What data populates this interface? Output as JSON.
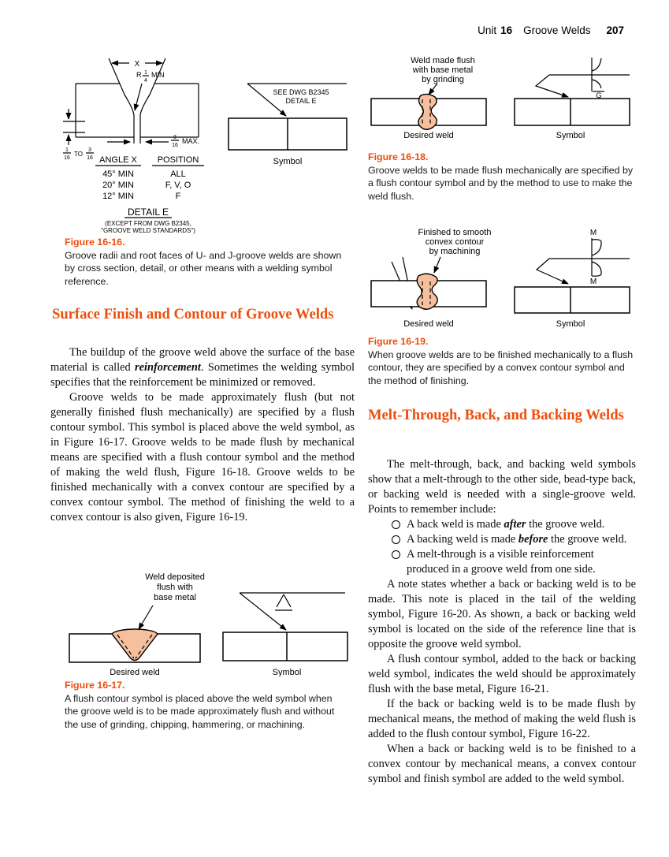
{
  "header": {
    "unit_word": "Unit",
    "unit_number": "16",
    "section_title": "Groove Welds",
    "page_number": "207"
  },
  "colors": {
    "accent": "#EE4E0C",
    "weld_fill": "#F6C09E"
  },
  "fig16_16": {
    "diagram": {
      "dim_x": "X",
      "radius_prefix": "R",
      "radius_num": "1",
      "radius_den": "4",
      "radius_suffix": "MIN",
      "rootface_num1": "1",
      "rootface_den1": "16",
      "rootface_to": "TO",
      "rootface_num2": "3",
      "rootface_den2": "16",
      "gap_num": "3",
      "gap_den": "16",
      "gap_suffix": "MAX.",
      "table": {
        "col1": "ANGLE X",
        "col2": "POSITION",
        "rows": [
          {
            "angle": "45° MIN",
            "position": "ALL"
          },
          {
            "angle": "20° MIN",
            "position": "F, V, O"
          },
          {
            "angle": "12° MIN",
            "position": "F"
          }
        ]
      },
      "detail_title": "DETAIL E",
      "detail_note_line1": "(EXCEPT FROM DWG B2345,",
      "detail_note_line2": "\"GROOVE WELD STANDARDS\")",
      "symbol_note_line1": "SEE DWG B2345",
      "symbol_note_line2": "DETAIL E",
      "symbol_label": "Symbol"
    },
    "caption_title": "Figure 16-16.",
    "caption_text": "Groove radii and root faces of U- and J-groove welds are shown by cross section, detail, or other means with a welding symbol reference."
  },
  "section_surface": {
    "heading": "Surface Finish and Contour of Groove Welds",
    "para1_pre": "The buildup of the groove weld above the surface of the base material is called ",
    "para1_term": "reinforcement",
    "para1_post": ". Sometimes the welding symbol specifies that the reinforcement be minimized or removed.",
    "para2": "Groove welds to be made approximately flush (but not generally finished flush mechanically) are specified by a flush contour symbol. This symbol is placed above the weld symbol, as in Figure 16-17. Groove welds to be made flush by mechanical means are specified with a flush contour symbol and the method of making the weld flush, Figure 16-18. Groove welds to be finished mechanically with a convex contour are specified by a convex contour symbol. The method of finishing the weld to a convex contour is also given, Figure 16-19."
  },
  "fig16_17": {
    "pointer_label_line1": "Weld deposited",
    "pointer_label_line2": "flush with",
    "pointer_label_line3": "base metal",
    "desired_label": "Desired weld",
    "symbol_label": "Symbol",
    "caption_title": "Figure 16-17.",
    "caption_text": "A flush contour symbol is placed above the weld symbol when the groove weld is to be made approximately flush and without the use of grinding, chipping, hammering, or machining."
  },
  "fig16_18": {
    "pointer_label_line1": "Weld made flush",
    "pointer_label_line2": "with base metal",
    "pointer_label_line3": "by grinding",
    "desired_label": "Desired weld",
    "symbol_label": "Symbol",
    "finish_letter": "G",
    "caption_title": "Figure 16-18.",
    "caption_text": "Groove welds to be made flush mechanically are specified by a flush contour symbol and by the method to use to make the weld flush."
  },
  "fig16_19": {
    "pointer_label_line1": "Finished to smooth",
    "pointer_label_line2": "convex contour",
    "pointer_label_line3": "by machining",
    "desired_label": "Desired weld",
    "symbol_label": "Symbol",
    "finish_letter_top": "M",
    "finish_letter_bottom": "M",
    "caption_title": "Figure 16-19.",
    "caption_text": "When groove welds are to be finished mechanically to a flush contour, they are specified by a convex contour symbol and the method of finishing."
  },
  "section_melt": {
    "heading": "Melt-Through, Back, and Backing Welds",
    "para1": "The melt-through, back, and backing weld symbols show that a melt-through to the other side, bead-type back, or backing weld is needed with a single-groove weld. Points to remember include:",
    "bullets": [
      {
        "pre": "A back weld is made ",
        "em": "after",
        "post": " the groove weld."
      },
      {
        "pre": "A backing weld is made ",
        "em": "before",
        "post": " the groove weld."
      },
      {
        "pre": "A melt-through is a visible reinforcement produced in a groove weld from one side.",
        "em": "",
        "post": ""
      }
    ],
    "para2": "A note states whether a back or backing weld is to be made. This note is placed in the tail of the welding symbol, Figure 16-20. As shown, a back or backing weld symbol is located on the side of the reference line that is opposite the groove weld symbol.",
    "para3": "A flush contour symbol, added to the back or backing weld symbol, indicates the weld should be approximately flush with the base metal, Figure 16-21.",
    "para4": "If the back or backing weld is to be made flush by mechanical means, the method of making the weld flush is added to the flush contour symbol, Figure 16-22.",
    "para5": "When a back or backing weld is to be finished to a convex contour by mechanical means, a convex contour symbol and finish symbol are added to the weld symbol."
  }
}
